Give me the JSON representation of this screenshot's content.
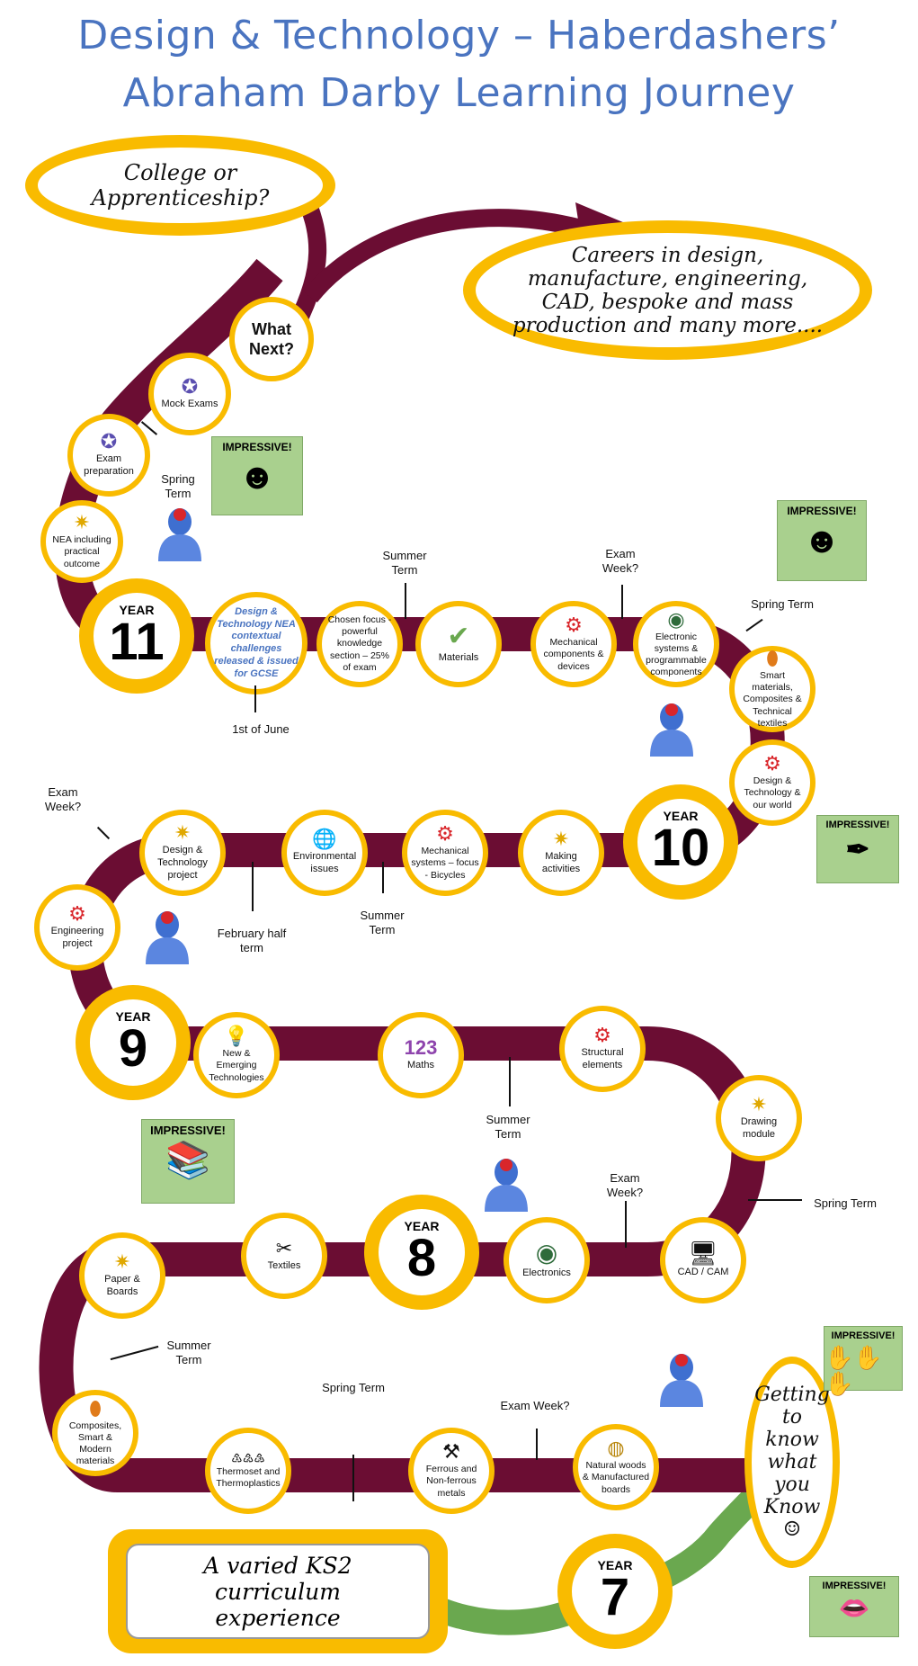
{
  "title": {
    "line1": "Design & Technology – Haberdashers’",
    "line2": "Abraham Darby Learning Journey"
  },
  "colors": {
    "path": "#6b0d33",
    "ring": "#f9bb00",
    "green_path": "#6aa84f",
    "impressive_bg": "#a9d08e",
    "title": "#4a74c0"
  },
  "endpoints": {
    "college": "College or Apprenticeship?",
    "careers": "Careers in design, manufacture, engineering, CAD, bespoke and mass production and many more....",
    "ks2": "A varied KS2 curriculum experience",
    "getting_to_know": "Getting to know what you Know ☺"
  },
  "years": {
    "y7": {
      "label": "YEAR",
      "number": "7"
    },
    "y8": {
      "label": "YEAR",
      "number": "8"
    },
    "y9": {
      "label": "YEAR",
      "number": "9"
    },
    "y10": {
      "label": "YEAR",
      "number": "10"
    },
    "y11": {
      "label": "YEAR",
      "number": "11"
    }
  },
  "topics": {
    "what_next": "What Next?",
    "mock_exams": "Mock Exams",
    "exam_preparation": "Exam preparation",
    "nea": "NEA including practical outcome",
    "nea_challenges": "Design & Technology NEA contextual challenges released & issued for GCSE",
    "chosen_focus": "Chosen focus - powerful knowledge section – 25% of exam",
    "materials": "Materials",
    "mechanical_components": "Mechanical components & devices",
    "electronic_systems": "Electronic systems & programmable components",
    "smart_materials": "Smart materials, Composites & Technical textiles",
    "dt_our_world": "Design & Technology & our world",
    "making_activities": "Making activities",
    "mechanical_systems": "Mechanical systems – focus - Bicycles",
    "environmental_issues": "Environmental issues",
    "dt_project": "Design & Technology project",
    "engineering_project": "Engineering project",
    "new_emerging": "New & Emerging Technologies",
    "maths": "Maths",
    "structural_elements": "Structural elements",
    "drawing_module": "Drawing module",
    "cad_cam": "CAD / CAM",
    "electronics": "Electronics",
    "textiles": "Textiles",
    "paper_boards": "Paper & Boards",
    "composites_smart": "Composites, Smart & Modern materials",
    "thermoset": "Thermoset and Thermoplastics",
    "ferrous": "Ferrous and Non-ferrous metals",
    "natural_woods": "Natural woods & Manufactured boards"
  },
  "labels": {
    "spring_term_y11": "Spring Term",
    "summer_term_y11": "Summer Term",
    "exam_week_y11": "Exam Week?",
    "first_june": "1st of June",
    "spring_term_y10": "Spring Term",
    "exam_week_y10": "Exam Week?",
    "feb_half_term": "February half term",
    "summer_term_y10": "Summer Term",
    "summer_term_y9": "Summer Term",
    "exam_week_y9": "Exam Week?",
    "spring_term_y9": "Spring Term",
    "summer_term_y8": "Summer Term",
    "spring_term_y7": "Spring Term",
    "exam_week_y7": "Exam Week?"
  },
  "impressive": {
    "label": "IMPRESSIVE!",
    "head_icon": "brain-head-icon",
    "pen_icon": "pen-icon",
    "books_icon": "books-icon",
    "hands_icon": "raised-hands-icon",
    "lips_icon": "lips-icon"
  }
}
